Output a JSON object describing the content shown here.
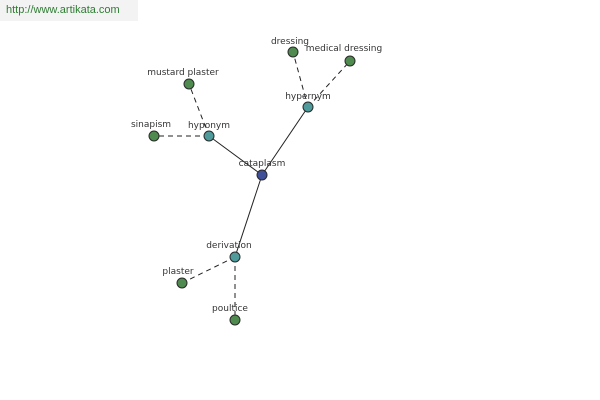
{
  "watermark": {
    "text": "http://www.artikata.com"
  },
  "colors": {
    "center": "#3f4f9a",
    "relation": "#4f9a9a",
    "leaf": "#4f8a4f",
    "node_stroke": "#2a2a2a"
  },
  "nodes": [
    {
      "id": "cataplasm",
      "label": "cataplasm",
      "kind": "center"
    },
    {
      "id": "hyponym",
      "label": "hyponym",
      "kind": "relation"
    },
    {
      "id": "hypernym",
      "label": "hypernym",
      "kind": "relation"
    },
    {
      "id": "derivation",
      "label": "derivation",
      "kind": "relation"
    },
    {
      "id": "mustard_plaster",
      "label": "mustard plaster",
      "kind": "leaf"
    },
    {
      "id": "sinapism",
      "label": "sinapism",
      "kind": "leaf"
    },
    {
      "id": "dressing",
      "label": "dressing",
      "kind": "leaf"
    },
    {
      "id": "medical_dressing",
      "label": "medical dressing",
      "kind": "leaf"
    },
    {
      "id": "plaster",
      "label": "plaster",
      "kind": "leaf"
    },
    {
      "id": "poultice",
      "label": "poultice",
      "kind": "leaf"
    }
  ],
  "edges": [
    {
      "from": "cataplasm",
      "to": "hyponym",
      "style": "solid"
    },
    {
      "from": "cataplasm",
      "to": "hypernym",
      "style": "solid"
    },
    {
      "from": "cataplasm",
      "to": "derivation",
      "style": "solid"
    },
    {
      "from": "hyponym",
      "to": "mustard_plaster",
      "style": "dashed"
    },
    {
      "from": "hyponym",
      "to": "sinapism",
      "style": "dashed"
    },
    {
      "from": "hypernym",
      "to": "dressing",
      "style": "dashed"
    },
    {
      "from": "hypernym",
      "to": "medical_dressing",
      "style": "dashed"
    },
    {
      "from": "derivation",
      "to": "plaster",
      "style": "dashed"
    },
    {
      "from": "derivation",
      "to": "poultice",
      "style": "dashed"
    }
  ]
}
